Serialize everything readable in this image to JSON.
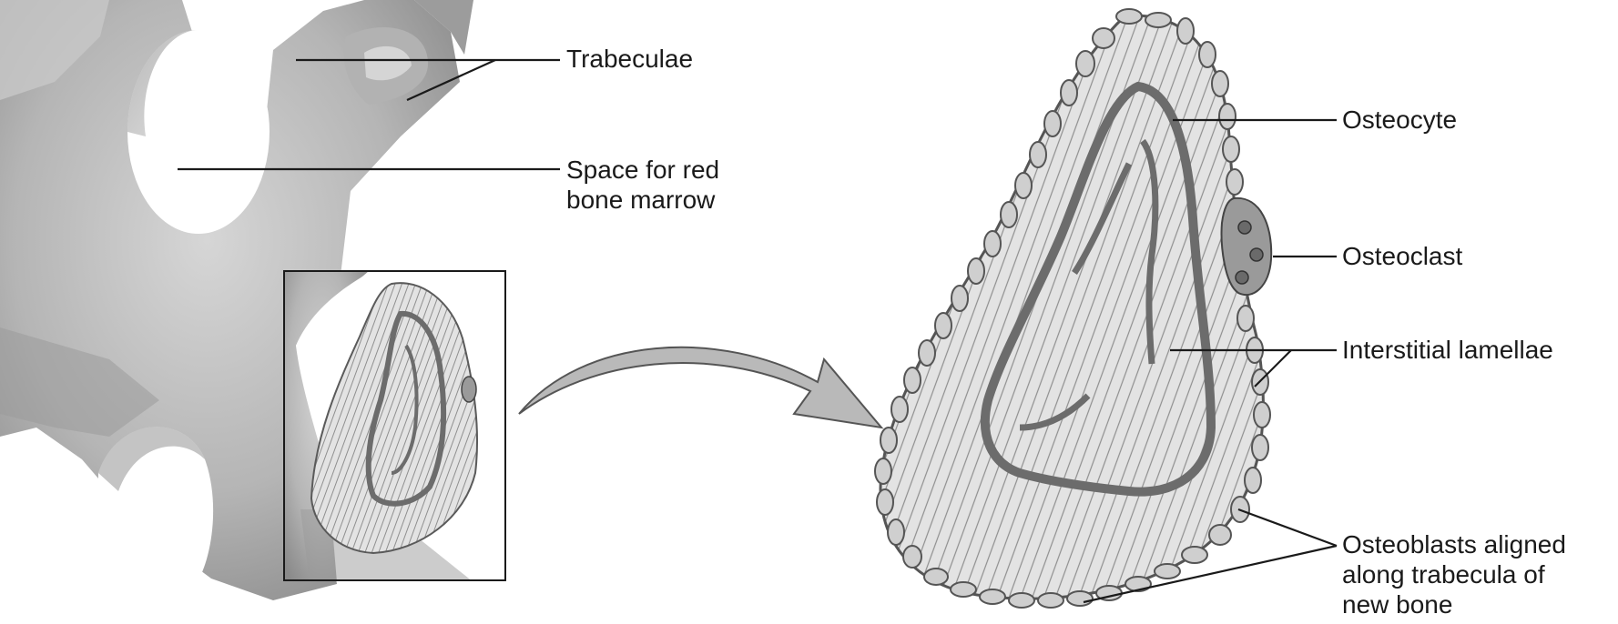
{
  "labels": {
    "trabeculae": "Trabeculae",
    "red_marrow_space": "Space for red\nbone marrow",
    "osteocyte": "Osteocyte",
    "osteoclast": "Osteoclast",
    "interstitial_lamellae": "Interstitial lamellae",
    "osteoblasts": "Osteoblasts aligned\nalong trabecula of\nnew bone"
  },
  "colors": {
    "bone_light": "#d2d2d2",
    "bone_mid": "#a8a8a8",
    "bone_dark": "#7a7a7a",
    "lamella_fill": "#e3e3e3",
    "canal_dark": "#6c6c6c",
    "osteoblast_fill": "#cfcfcf",
    "osteoclast_fill": "#9a9a9a",
    "leader_line": "#1a1a1a"
  }
}
